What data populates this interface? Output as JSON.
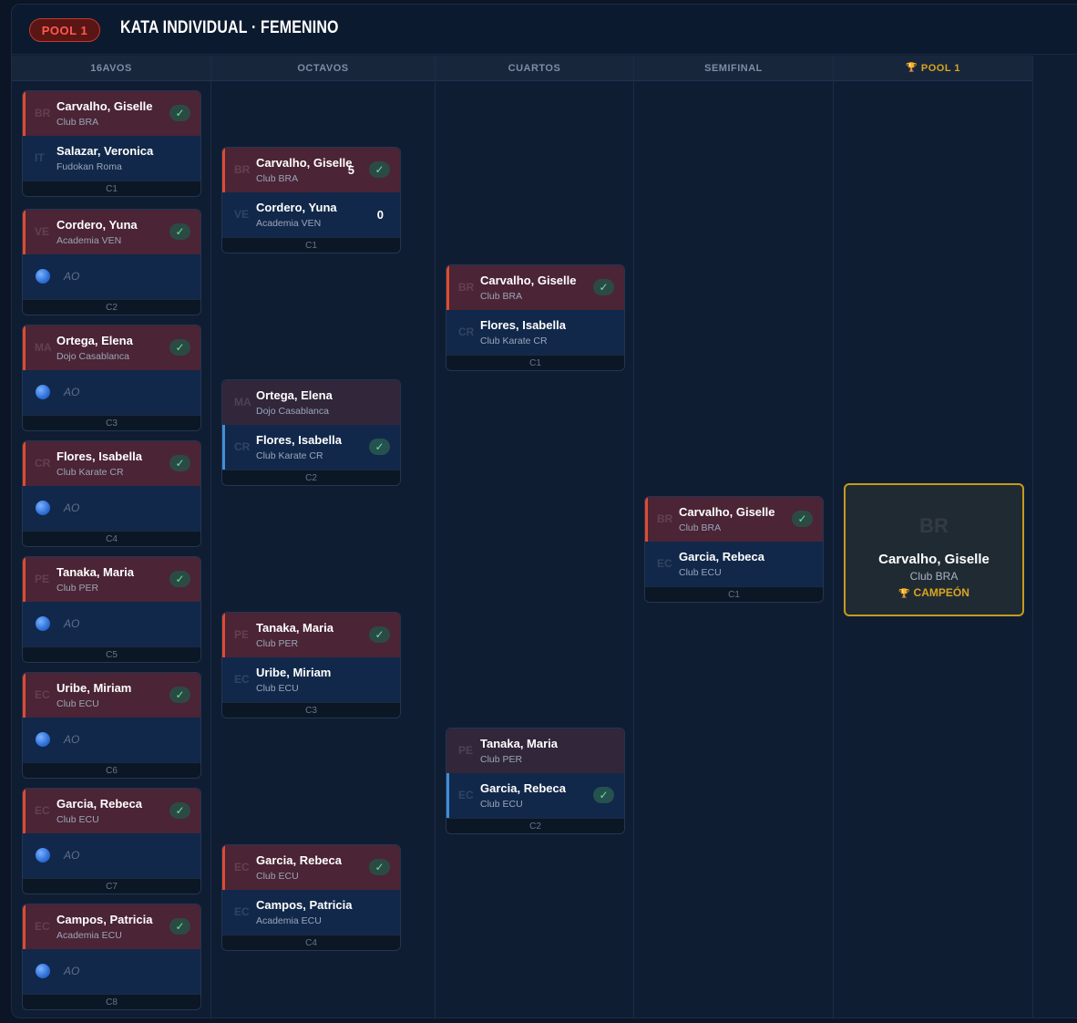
{
  "header": {
    "pool": "POOL 1",
    "title": "KATA INDIVIDUAL · FEMENINO"
  },
  "columns": [
    "16AVOS",
    "OCTAVOS",
    "CUARTOS",
    "SEMIFINAL",
    "POOL 1"
  ],
  "ao_placeholder": "AO",
  "round16": [
    {
      "label": "C1",
      "aka": {
        "name": "Carvalho, Giselle",
        "club": "Club BRA",
        "ctry": "BR",
        "win": true
      },
      "ao": {
        "name": "Salazar, Veronica",
        "club": "Fudokan Roma",
        "ctry": "IT"
      }
    },
    {
      "label": "C2",
      "aka": {
        "name": "Cordero, Yuna",
        "club": "Academia VEN",
        "ctry": "VE",
        "win": true
      },
      "ao": null
    },
    {
      "label": "C3",
      "aka": {
        "name": "Ortega, Elena",
        "club": "Dojo Casablanca",
        "ctry": "MA",
        "win": true
      },
      "ao": null
    },
    {
      "label": "C4",
      "aka": {
        "name": "Flores, Isabella",
        "club": "Club Karate CR",
        "ctry": "CR",
        "win": true
      },
      "ao": null
    },
    {
      "label": "C5",
      "aka": {
        "name": "Tanaka, Maria",
        "club": "Club PER",
        "ctry": "PE",
        "win": true
      },
      "ao": null
    },
    {
      "label": "C6",
      "aka": {
        "name": "Uribe, Miriam",
        "club": "Club ECU",
        "ctry": "EC",
        "win": true
      },
      "ao": null
    },
    {
      "label": "C7",
      "aka": {
        "name": "Garcia, Rebeca",
        "club": "Club ECU",
        "ctry": "EC",
        "win": true
      },
      "ao": null
    },
    {
      "label": "C8",
      "aka": {
        "name": "Campos, Patricia",
        "club": "Academia ECU",
        "ctry": "EC",
        "win": true
      },
      "ao": null
    }
  ],
  "octavos": [
    {
      "label": "C1",
      "aka": {
        "name": "Carvalho, Giselle",
        "club": "Club BRA",
        "ctry": "BR",
        "score": "5",
        "win": true
      },
      "ao": {
        "name": "Cordero, Yuna",
        "club": "Academia VEN",
        "ctry": "VE",
        "score": "0"
      }
    },
    {
      "label": "C2",
      "aka": {
        "name": "Ortega, Elena",
        "club": "Dojo Casablanca",
        "ctry": "MA",
        "lose": true
      },
      "ao": {
        "name": "Flores, Isabella",
        "club": "Club Karate CR",
        "ctry": "CR",
        "win": true
      }
    },
    {
      "label": "C3",
      "aka": {
        "name": "Tanaka, Maria",
        "club": "Club PER",
        "ctry": "PE",
        "win": true
      },
      "ao": {
        "name": "Uribe, Miriam",
        "club": "Club ECU",
        "ctry": "EC"
      }
    },
    {
      "label": "C4",
      "aka": {
        "name": "Garcia, Rebeca",
        "club": "Club ECU",
        "ctry": "EC",
        "win": true
      },
      "ao": {
        "name": "Campos, Patricia",
        "club": "Academia ECU",
        "ctry": "EC"
      }
    }
  ],
  "cuartos": [
    {
      "label": "C1",
      "aka": {
        "name": "Carvalho, Giselle",
        "club": "Club BRA",
        "ctry": "BR",
        "win": true
      },
      "ao": {
        "name": "Flores, Isabella",
        "club": "Club Karate CR",
        "ctry": "CR"
      }
    },
    {
      "label": "C2",
      "aka": {
        "name": "Tanaka, Maria",
        "club": "Club PER",
        "ctry": "PE",
        "lose": true
      },
      "ao": {
        "name": "Garcia, Rebeca",
        "club": "Club ECU",
        "ctry": "EC",
        "win": true
      }
    }
  ],
  "semifinal": [
    {
      "label": "C1",
      "aka": {
        "name": "Carvalho, Giselle",
        "club": "Club BRA",
        "ctry": "BR",
        "win": true
      },
      "ao": {
        "name": "Garcia, Rebeca",
        "club": "Club ECU",
        "ctry": "EC"
      }
    }
  ],
  "champion": {
    "name": "Carvalho, Giselle",
    "club": "Club BRA",
    "ctry": "BR",
    "label": "CAMPEÓN"
  }
}
